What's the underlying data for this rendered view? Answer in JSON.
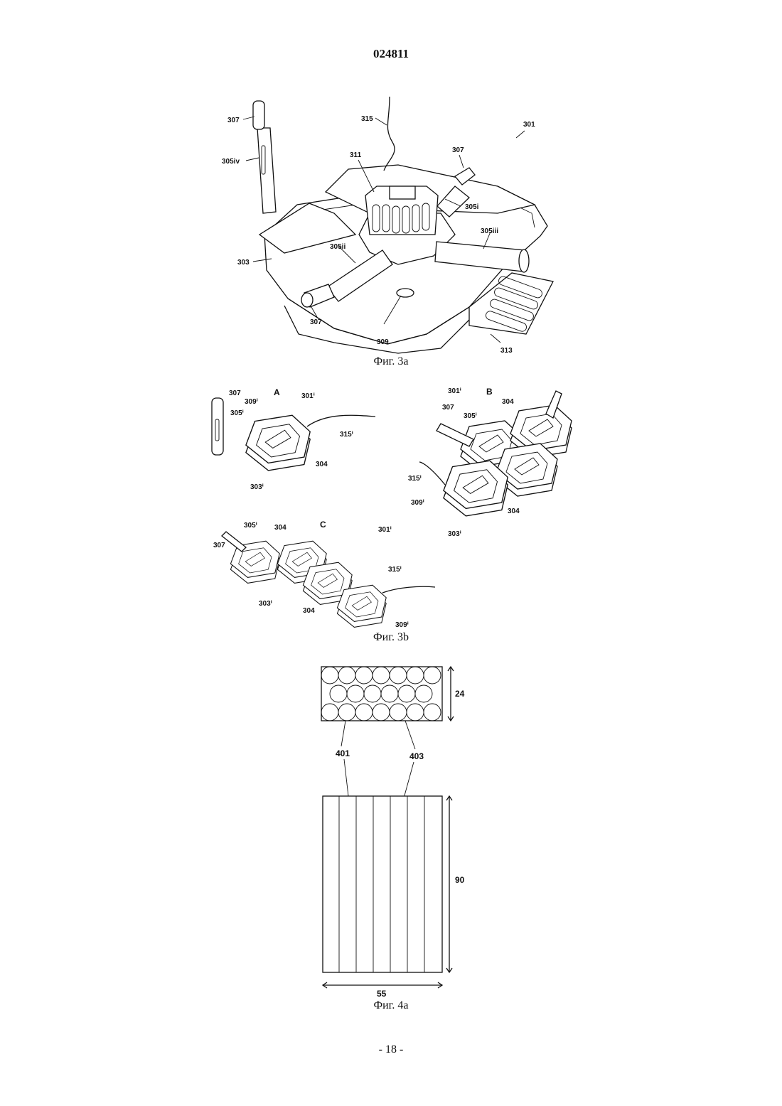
{
  "header": {
    "doc_number": "024811"
  },
  "fig3a": {
    "caption": "Фиг. 3a",
    "labels": {
      "l301": "301",
      "l307a": "307",
      "l305iv": "305iv",
      "l315": "315",
      "l307b": "307",
      "l311": "311",
      "l305i": "305i",
      "l305iii": "305iii",
      "l305ii": "305ii",
      "l303": "303",
      "l307c": "307",
      "l309": "309",
      "l313": "313"
    }
  },
  "fig3b": {
    "caption": "Фиг. 3b",
    "panel_a": {
      "letter": "A",
      "l307": "307",
      "l305": "305ⁱ",
      "l309": "309ⁱ",
      "l301": "301ⁱ",
      "l315": "315ⁱ",
      "l304": "304",
      "l303": "303ⁱ"
    },
    "panel_b": {
      "letter": "B",
      "l301": "301ⁱ",
      "l307": "307",
      "l305": "305ⁱ",
      "l304a": "304",
      "l315": "315ⁱ",
      "l309": "309ⁱ",
      "l304b": "304",
      "l303": "303ⁱ"
    },
    "panel_c": {
      "letter": "C",
      "l305": "305ⁱ",
      "l304": "304",
      "l301": "301ⁱ",
      "l307": "307",
      "l315": "315ⁱ",
      "l303": "303ⁱ",
      "l304b": "304",
      "l309": "309ⁱ"
    }
  },
  "fig4a": {
    "caption": "Фиг. 4a",
    "labels": {
      "dim24": "24",
      "l401": "401",
      "l403": "403",
      "dim90": "90",
      "dim55": "55"
    }
  },
  "footer": {
    "page": "- 18 -"
  }
}
